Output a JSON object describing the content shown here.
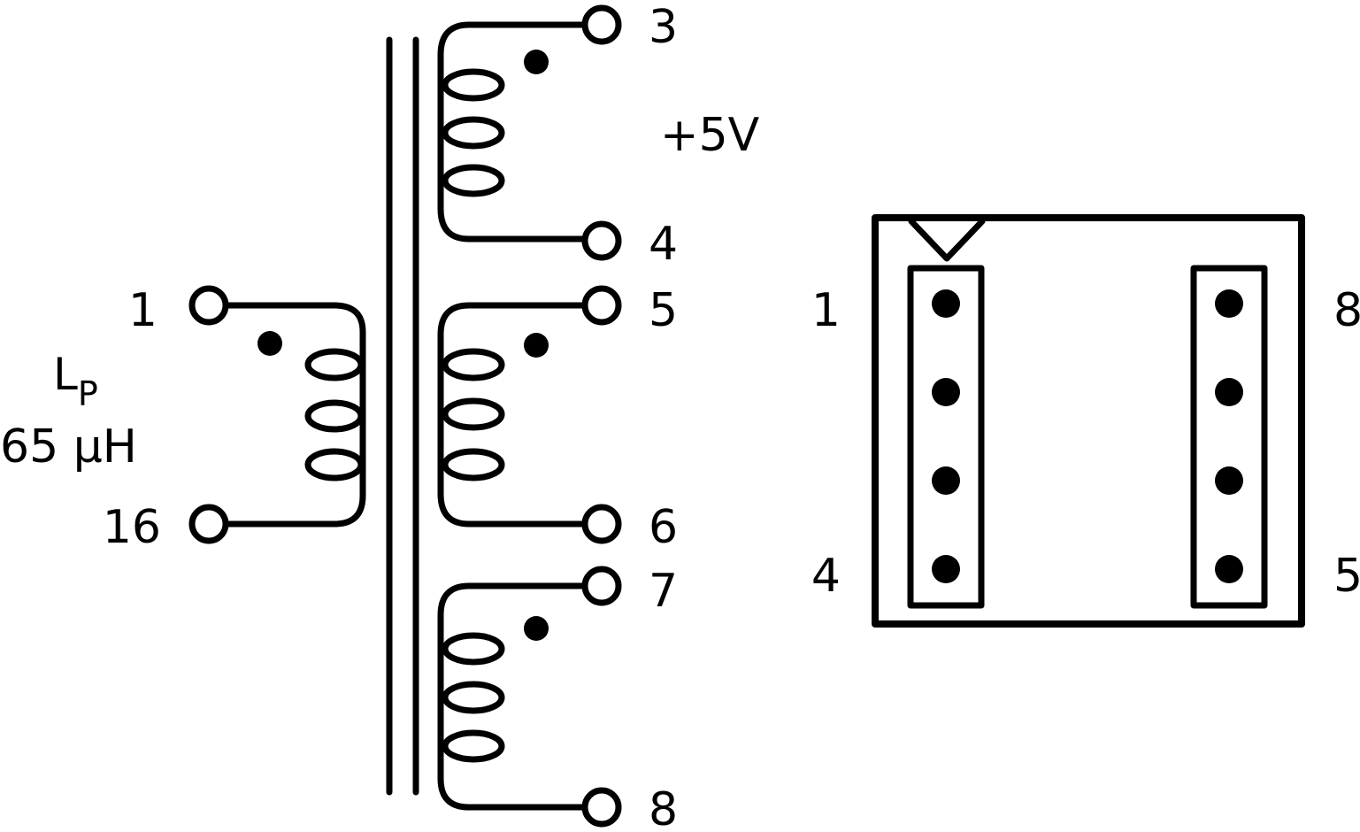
{
  "transformer": {
    "primary": {
      "pins": {
        "start": "1",
        "end": "16"
      },
      "inductance_symbol": "L",
      "inductance_subscript": "P",
      "inductance_value": "65 μH"
    },
    "secondaries": [
      {
        "start": "3",
        "end": "4",
        "voltage": "+5V"
      },
      {
        "start": "5",
        "end": "6"
      },
      {
        "start": "7",
        "end": "8"
      }
    ]
  },
  "package": {
    "pin_labels": {
      "top_left": "1",
      "bottom_left": "4",
      "top_right": "8",
      "bottom_right": "5"
    },
    "pins_per_side": 4
  },
  "colors": {
    "ink": "#000000",
    "background": "#ffffff"
  }
}
